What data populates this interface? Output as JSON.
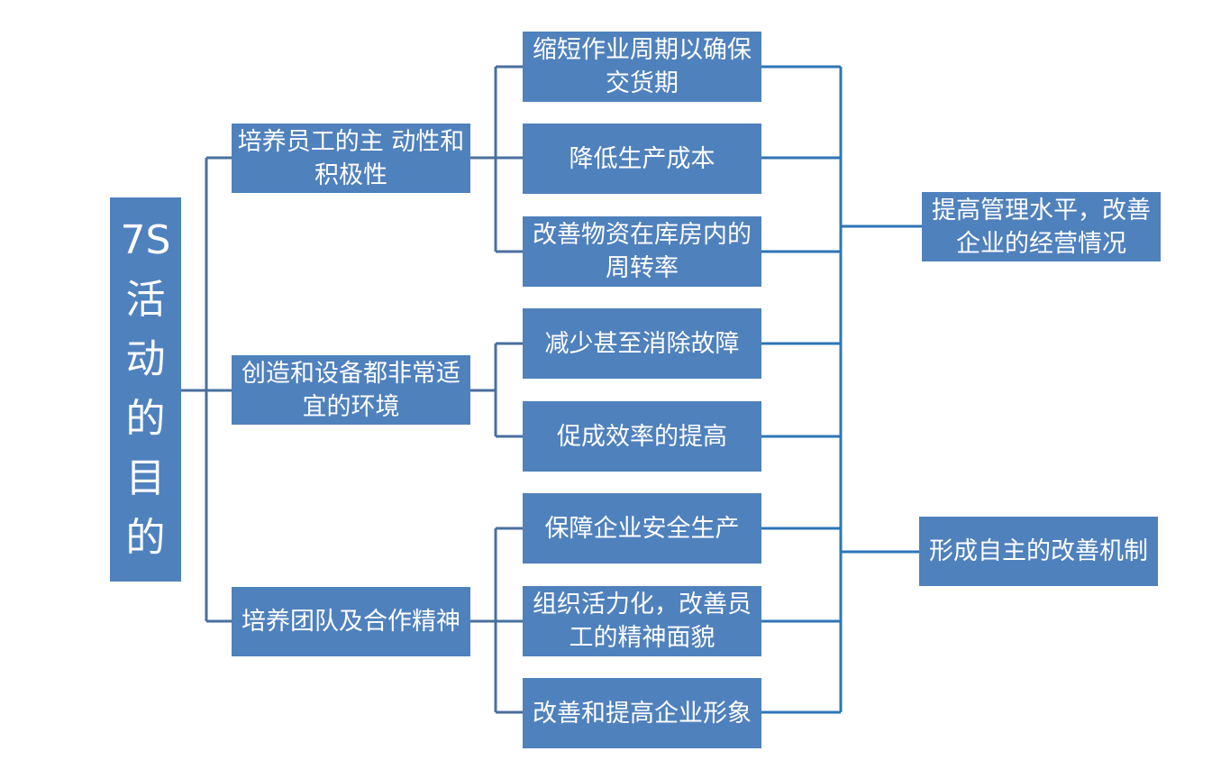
{
  "title": [
    "7S",
    "活",
    "动",
    "的",
    "目",
    "的"
  ],
  "level1": [
    "培养员工的主 动性和积极性",
    "创造和设备都非常适宜的环境",
    "培养团队及合作精神"
  ],
  "level2": [
    "缩短作业周期以确保交货期",
    "降低生产成本",
    "改善物资在库房内的周转率",
    "减少甚至消除故障",
    "促成效率的提高",
    "保障企业安全生产",
    "组织活力化，改善员工的精神面貌",
    "改善和提高企业形象"
  ],
  "outcomes": [
    "提高管理水平，改善企业的经营情况",
    "形成自主的改善机制"
  ],
  "colors": {
    "box_fill": "#4f81bd",
    "connector_left": "#4a6f9e",
    "connector_right": "#2e75b6",
    "text": "#ffffff"
  }
}
